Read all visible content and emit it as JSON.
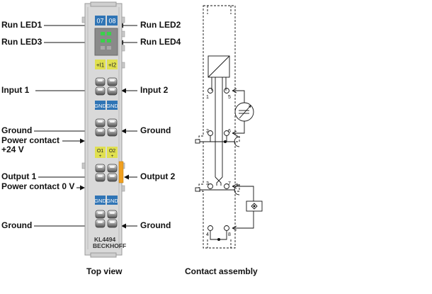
{
  "labels_left": {
    "run_led1": "Run LED1",
    "run_led3": "Run LED3",
    "input1": "Input 1",
    "ground1": "Ground",
    "power_contact": "Power contact",
    "plus24v": "+24 V",
    "output1": "Output 1",
    "power_contact_0v": "Power contact 0 V",
    "ground3": "Ground"
  },
  "labels_right": {
    "run_led2": "Run LED2",
    "run_led4": "Run LED4",
    "input2": "Input 2",
    "ground2": "Ground",
    "output2": "Output 2",
    "ground4": "Ground"
  },
  "module": {
    "top_numbers": [
      "07",
      "08"
    ],
    "input_tags": [
      "+I1",
      "+I2"
    ],
    "gnd_tags": [
      "GND",
      "GND"
    ],
    "output_tags": [
      "O1",
      "O2"
    ],
    "output_plus": [
      "+",
      "+"
    ],
    "gnd_tags_lower": [
      "GND",
      "GND"
    ],
    "model": "KL4494",
    "brand": "BECKHOFF"
  },
  "schematic": {
    "terminal_numbers": [
      "1",
      "5",
      "2",
      "6",
      "3",
      "7",
      "4",
      "8"
    ]
  },
  "captions": {
    "top_view": "Top view",
    "contact_assembly": "Contact assembly"
  },
  "colors": {
    "housing": "#d9d9d9",
    "blue_tag": "#2f74b5",
    "yellow_tag": "#e0e050",
    "led_green": "#39d24a",
    "orange_contact": "#f0a020",
    "line": "#111111"
  }
}
